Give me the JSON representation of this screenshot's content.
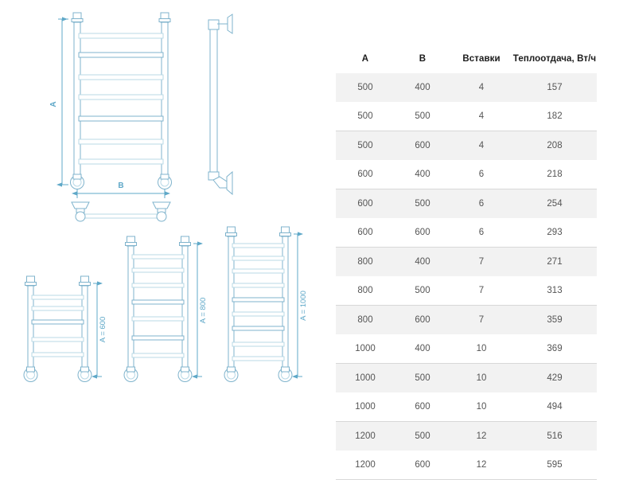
{
  "table": {
    "headers": [
      "A",
      "B",
      "Вставки",
      "Теплоотдача, Вт/ч"
    ],
    "rows": [
      {
        "a": "500",
        "b": "400",
        "inserts": "4",
        "heat": "157"
      },
      {
        "a": "500",
        "b": "500",
        "inserts": "4",
        "heat": "182"
      },
      {
        "a": "500",
        "b": "600",
        "inserts": "4",
        "heat": "208"
      },
      {
        "a": "600",
        "b": "400",
        "inserts": "6",
        "heat": "218"
      },
      {
        "a": "600",
        "b": "500",
        "inserts": "6",
        "heat": "254"
      },
      {
        "a": "600",
        "b": "600",
        "inserts": "6",
        "heat": "293"
      },
      {
        "a": "800",
        "b": "400",
        "inserts": "7",
        "heat": "271"
      },
      {
        "a": "800",
        "b": "500",
        "inserts": "7",
        "heat": "313"
      },
      {
        "a": "800",
        "b": "600",
        "inserts": "7",
        "heat": "359"
      },
      {
        "a": "1000",
        "b": "400",
        "inserts": "10",
        "heat": "369"
      },
      {
        "a": "1000",
        "b": "500",
        "inserts": "10",
        "heat": "429"
      },
      {
        "a": "1000",
        "b": "600",
        "inserts": "10",
        "heat": "494"
      },
      {
        "a": "1200",
        "b": "500",
        "inserts": "12",
        "heat": "516"
      },
      {
        "a": "1200",
        "b": "600",
        "inserts": "12",
        "heat": "595"
      }
    ]
  },
  "drawing": {
    "main_front": {
      "height_label": "A",
      "width_label": "B"
    },
    "variants": [
      {
        "label": "A = 600"
      },
      {
        "label": "A = 800"
      },
      {
        "label": "A = 1000"
      }
    ],
    "colors": {
      "line": "#7fb3cc",
      "line_light": "#b9d9e6",
      "dimension": "#5fa8c8"
    }
  }
}
